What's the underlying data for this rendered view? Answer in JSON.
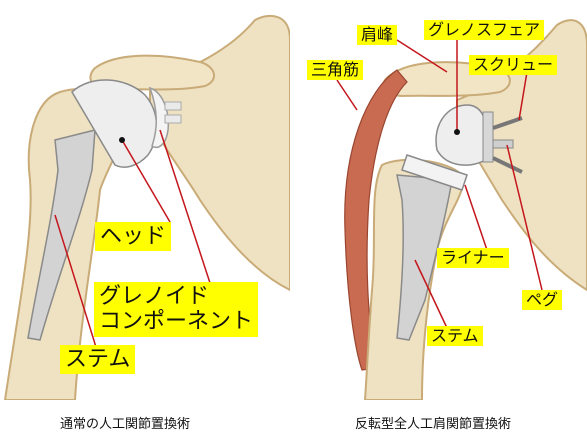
{
  "colors": {
    "bone": "#efe2c2",
    "bone_shade": "#c9ab78",
    "implant_light": "#f1f1f1",
    "implant_dark": "#9d9d9d",
    "muscle": "#c86b50",
    "pointer": "#c4161c",
    "label_bg": "#ffff00"
  },
  "left": {
    "caption": "通常の人工関節置換術",
    "labels": {
      "head": "ヘッド",
      "glenoid_component": "グレノイド\nコンポーネント",
      "stem": "ステム"
    }
  },
  "right": {
    "caption": "反転型全人工肩関節置換術",
    "labels": {
      "acromion": "肩峰",
      "glenosphere": "グレノスフェア",
      "deltoid": "三角筋",
      "screw": "スクリュー",
      "liner": "ライナー",
      "peg": "ペグ",
      "stem": "ステム"
    }
  }
}
